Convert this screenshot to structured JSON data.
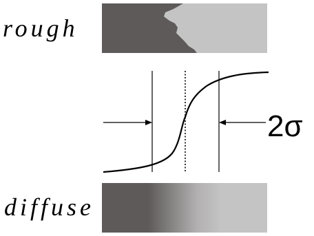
{
  "labels": {
    "rough": "rough",
    "diffuse": "diffuse",
    "width": "2σ"
  },
  "colors": {
    "dark": "#5e5a5a",
    "light": "#c4c4c4",
    "line": "#000000"
  }
}
